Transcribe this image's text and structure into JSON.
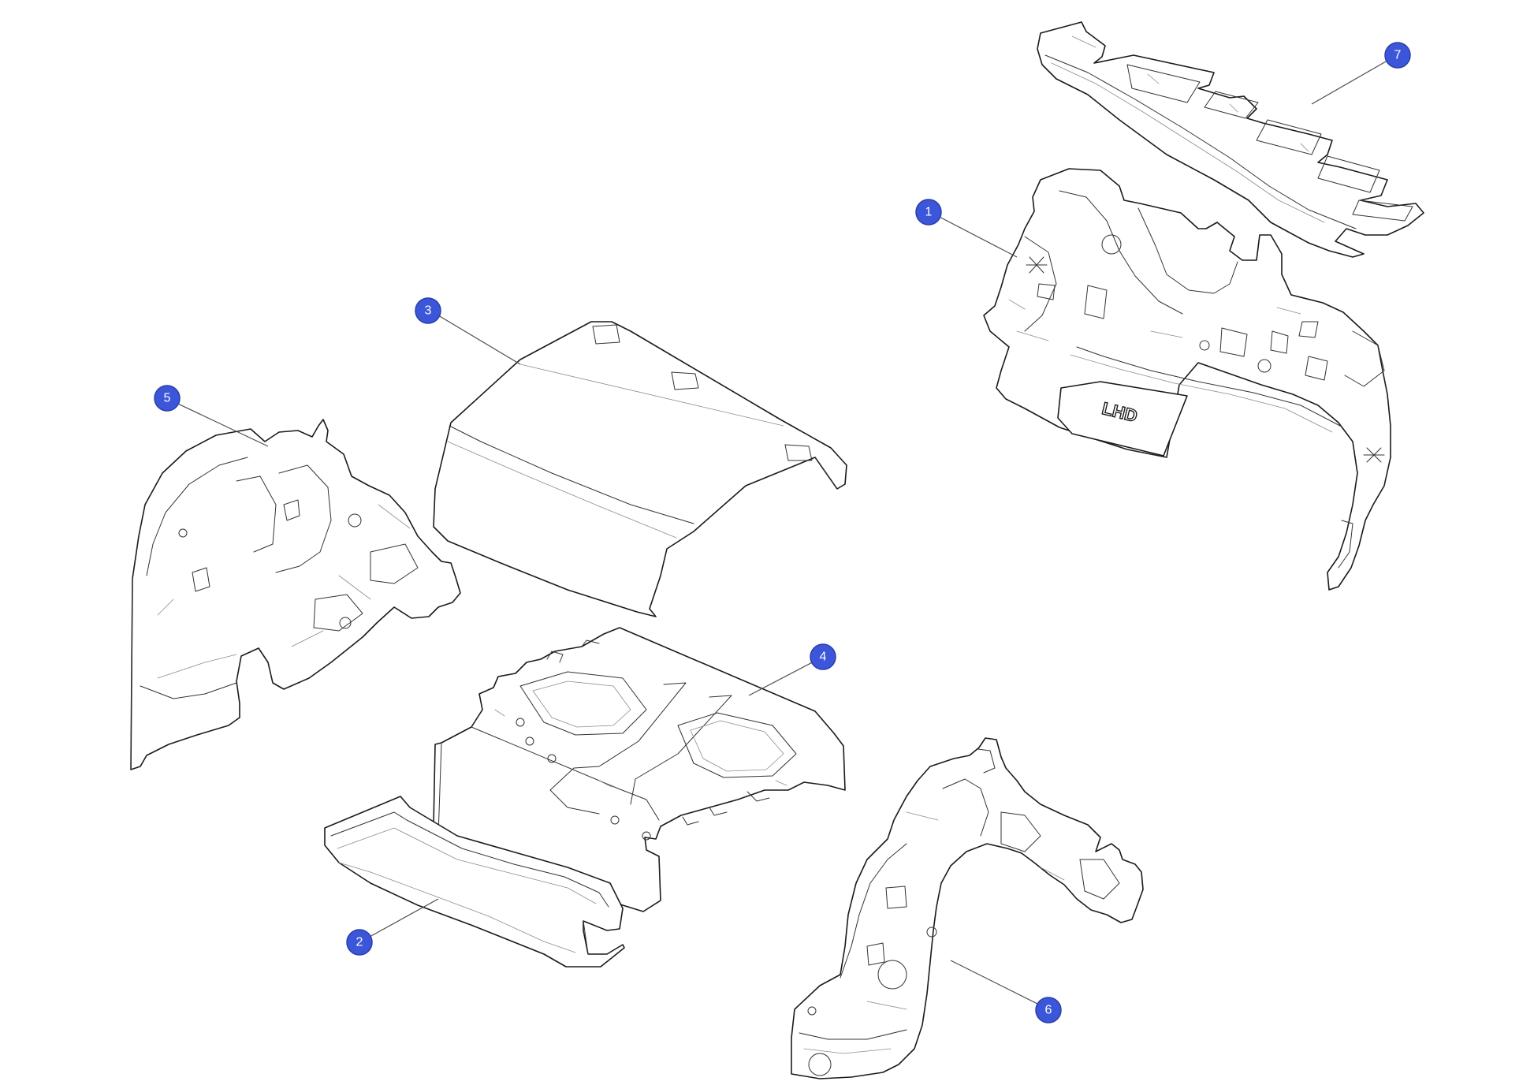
{
  "colors": {
    "callout_fill": "#3b56d9",
    "line": "#1a1a1a",
    "background": "#ffffff"
  },
  "callouts": [
    {
      "id": "callout-1",
      "label": "1"
    },
    {
      "id": "callout-2",
      "label": "2"
    },
    {
      "id": "callout-3",
      "label": "3"
    },
    {
      "id": "callout-4",
      "label": "4"
    },
    {
      "id": "callout-5",
      "label": "5"
    },
    {
      "id": "callout-6",
      "label": "6"
    },
    {
      "id": "callout-7",
      "label": "7"
    }
  ],
  "part_markings": {
    "dash_insulator_stamp": "LHD"
  }
}
